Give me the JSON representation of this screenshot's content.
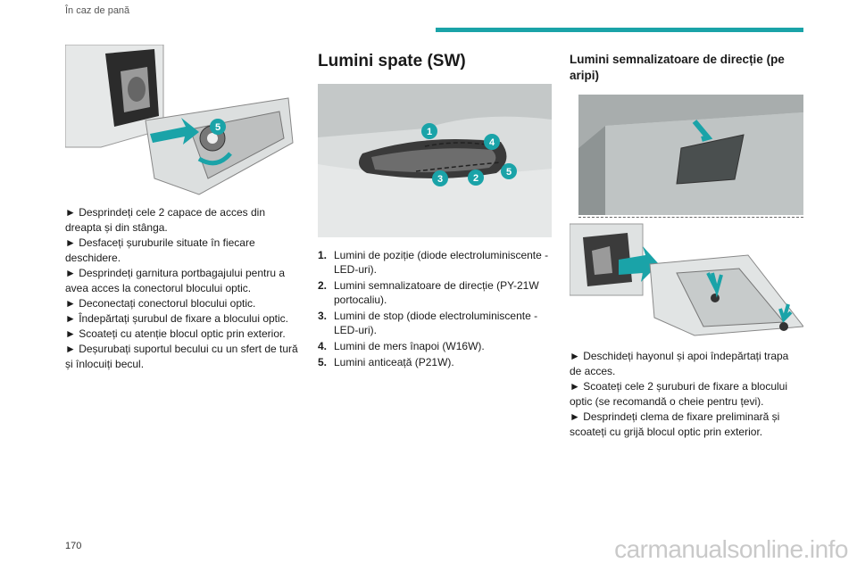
{
  "header": {
    "section": "În caz de pană"
  },
  "col1": {
    "steps": [
      "► Desprindeți cele 2 capace de acces din dreapta și din stânga.",
      "► Desfaceți șuruburile situate în fiecare deschidere.",
      "► Desprindeți garnitura portbagajului pentru a avea acces la conectorul blocului optic.",
      "► Deconectați conectorul blocului optic.",
      "► Îndepărtați șurubul de fixare a blocului optic.",
      "► Scoateți cu atenție blocul optic prin exterior.",
      "► Deșurubați suportul becului cu un sfert de tură și înlocuiți becul."
    ]
  },
  "col2": {
    "title": "Lumini spate (SW)",
    "callouts": [
      "1",
      "4",
      "3",
      "2",
      "5"
    ],
    "legend": [
      {
        "num": "1.",
        "text": "Lumini de poziție (diode electroluminiscente - LED-uri)."
      },
      {
        "num": "2.",
        "text": "Lumini semnalizatoare de direcție (PY-21W portocaliu)."
      },
      {
        "num": "3.",
        "text": "Lumini de stop (diode electroluminiscente - LED-uri)."
      },
      {
        "num": "4.",
        "text": "Lumini de mers înapoi (W16W)."
      },
      {
        "num": "5.",
        "text": "Lumini anticeață (P21W)."
      }
    ]
  },
  "col3": {
    "title": "Lumini semnalizatoare de direcție (pe aripi)",
    "steps": [
      "► Deschideți hayonul și apoi îndepărtați trapa de acces.",
      "► Scoateți cele 2 șuruburi de fixare a blocului optic (se recomandă o cheie pentru țevi).",
      "► Desprindeți clema de fixare preliminară și scoateți cu grijă blocul optic prin exterior."
    ]
  },
  "fig1_callout": "5",
  "page_number": "170",
  "watermark": "carmanualsonline.info",
  "colors": {
    "accent": "#1aa3a8",
    "callout": "#1aa3a8"
  }
}
